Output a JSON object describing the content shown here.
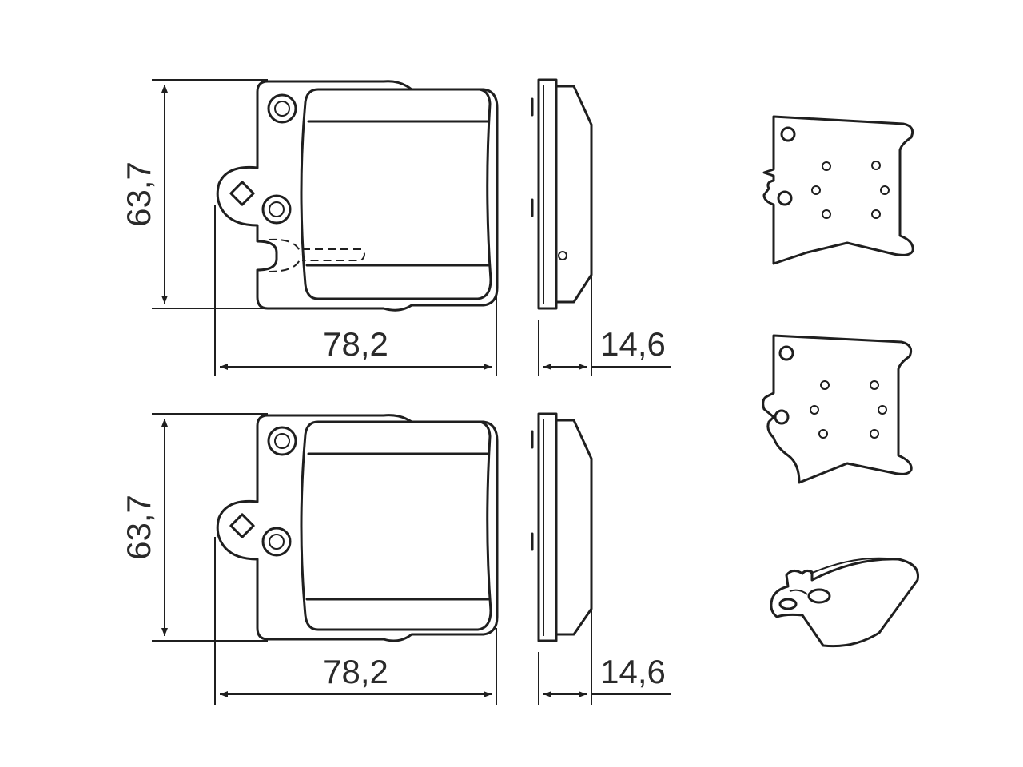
{
  "drawing": {
    "pad_top": {
      "height_label": "63,7",
      "width_label": "78,2",
      "thickness_label": "14,6"
    },
    "pad_bottom": {
      "height_label": "63,7",
      "width_label": "78,2",
      "thickness_label": "14,6"
    }
  }
}
